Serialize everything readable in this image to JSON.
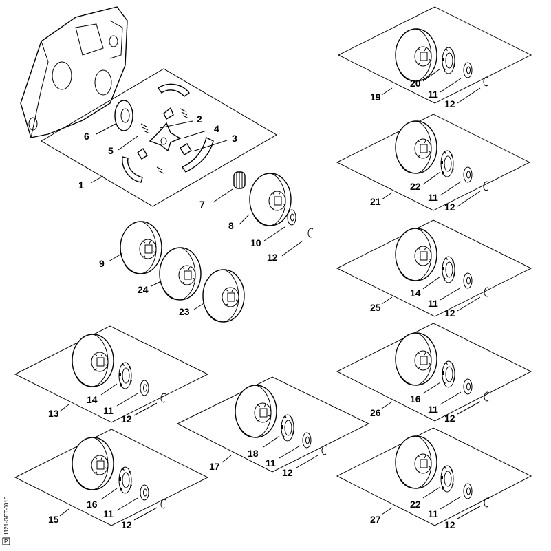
{
  "parts": {
    "p1": "1",
    "p2": "2",
    "p3": "3",
    "p4": "4",
    "p5": "5",
    "p6": "6",
    "p7": "7",
    "p8": "8",
    "p9": "9",
    "p10": "10",
    "p12a": "12",
    "p23": "23",
    "p24": "24",
    "p19": "19",
    "p20": "20",
    "p11_19": "11",
    "p12_19": "12",
    "p21": "21",
    "p22_21": "22",
    "p11_21": "11",
    "p12_21": "12",
    "p25": "25",
    "p14_25": "14",
    "p11_25": "11",
    "p12_25": "12",
    "p26": "26",
    "p16_26": "16",
    "p11_26": "11",
    "p12_26": "12",
    "p27": "27",
    "p22_27": "22",
    "p11_27": "11",
    "p12_27": "12",
    "p13": "13",
    "p14_13": "14",
    "p11_13": "11",
    "p12_13": "12",
    "p15": "15",
    "p16_15": "16",
    "p11_15": "11",
    "p12_15": "12",
    "p17": "17",
    "p18": "18",
    "p11_17": "11",
    "p12_17": "12"
  },
  "drawing_code": "1121-GET-0010",
  "code_badge": "P"
}
